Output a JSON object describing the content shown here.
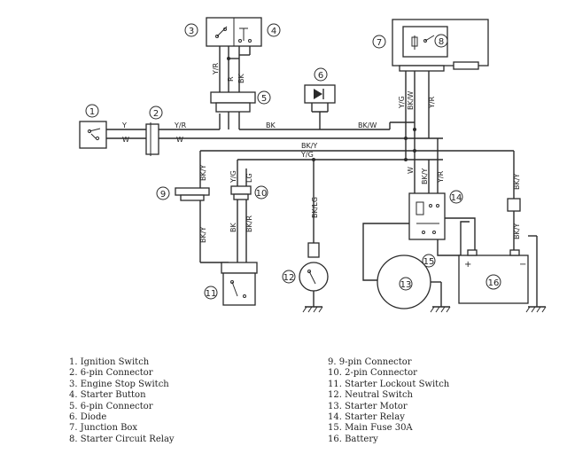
{
  "components": [
    {
      "num": "1",
      "label": "Ignition Switch"
    },
    {
      "num": "2",
      "label": "6-pin Connector"
    },
    {
      "num": "3",
      "label": "Engine Stop Switch"
    },
    {
      "num": "4",
      "label": "Starter Button"
    },
    {
      "num": "5",
      "label": "6-pin Connector"
    },
    {
      "num": "6",
      "label": "Diode"
    },
    {
      "num": "7",
      "label": "Junction Box"
    },
    {
      "num": "8",
      "label": "Starter Circuit Relay"
    },
    {
      "num": "9",
      "label": "9-pin Connector"
    },
    {
      "num": "10",
      "label": "2-pin Connector"
    },
    {
      "num": "11",
      "label": "Starter Lockout Switch"
    },
    {
      "num": "12",
      "label": "Neutral Switch"
    },
    {
      "num": "13",
      "label": "Starter Motor"
    },
    {
      "num": "14",
      "label": "Starter Relay"
    },
    {
      "num": "15",
      "label": "Main Fuse 30A"
    },
    {
      "num": "16",
      "label": "Battery"
    }
  ],
  "legend_left": [
    "1.  Ignition Switch",
    "2.  6-pin Connector",
    "3.  Engine Stop Switch",
    "4.  Starter Button",
    "5.  6-pin Connector",
    "6.  Diode",
    "7.  Junction Box",
    "8.  Starter Circuit Relay"
  ],
  "legend_right": [
    "9.  9-pin Connector",
    "10.  2-pin Connector",
    "11.  Starter Lockout Switch",
    "12.  Neutral Switch",
    "13.  Starter Motor",
    "14.  Starter Relay",
    "15.  Main Fuse 30A",
    "16.  Battery"
  ],
  "wire_labels": {
    "y": "Y",
    "w": "W",
    "yr": "Y/R",
    "r": "R",
    "bk": "BK",
    "bkw": "BK/W",
    "bky": "BK/Y",
    "yg": "Y/G",
    "lg": "LG",
    "bkr": "BK/R",
    "bklg": "BK/LG"
  },
  "battery_terminals": {
    "plus": "+",
    "minus": "−"
  }
}
